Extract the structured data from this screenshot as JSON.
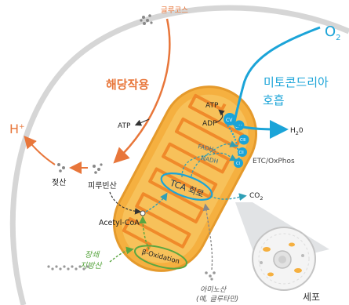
{
  "colors": {
    "orange": "#e8763a",
    "blue": "#1ba4d8",
    "teal_dashed": "#2f9fb6",
    "green": "#5aa641",
    "mito_fill": "#f5b040",
    "mito_inner": "#f7c15a",
    "gray": "#9a9a9a",
    "text": "#222222"
  },
  "labels": {
    "glucose": "글루코스",
    "glycolysis": "해당작용",
    "atp_left": "ATP",
    "h_plus": "H",
    "h_plus_sup": "+",
    "lactate": "젖산",
    "pyruvate": "피루빈산",
    "acetyl_coa": "Acetyl-CoA",
    "fatty_acid_1": "장쇄",
    "fatty_acid_2": "지방산",
    "beta_oxidation": "β-Oxidation",
    "amino_acid_1": "아미노산",
    "amino_acid_2": "(예, 글루타민)",
    "cell": "세포",
    "mito_resp_1": "미토콘드리아",
    "mito_resp_2": "호흡",
    "o2": "O",
    "o2_sub": "2",
    "atp_mito": "ATP",
    "adp": "ADP",
    "h2o": "H",
    "h2o_sub": "2",
    "h2o_tail": "0",
    "etc": "ETC/OxPhos",
    "fadh2": "FADH",
    "fadh2_sub": "2",
    "nadh": "NADH",
    "tca": "TCA 회로",
    "co2": "CO",
    "co2_sub": "2",
    "complex_v": "CV",
    "complex_iv": "CIV",
    "complex_iii": "CIII",
    "complex_ii": "CII",
    "complex_i": "CI"
  }
}
